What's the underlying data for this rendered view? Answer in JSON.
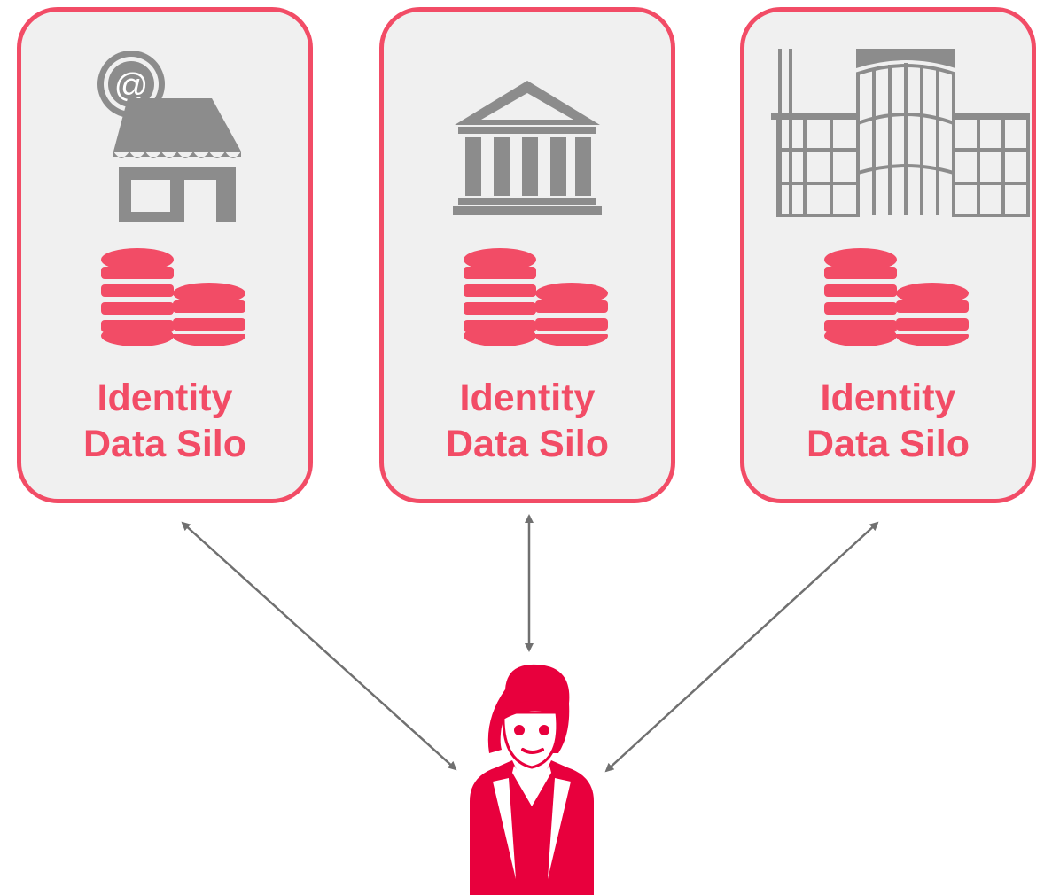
{
  "silos": [
    {
      "icon": "online-shop-icon",
      "label_line1": "Identity",
      "label_line2": "Data Silo"
    },
    {
      "icon": "bank-icon",
      "label_line1": "Identity",
      "label_line2": "Data Silo"
    },
    {
      "icon": "office-building-icon",
      "label_line1": "Identity",
      "label_line2": "Data Silo"
    }
  ],
  "shop_icon_text": "@",
  "user": {
    "icon": "person-icon"
  },
  "colors": {
    "accent": "#f24c66",
    "person": "#e8003d",
    "panel": "#f0f0f0",
    "icon_gray": "#8c8c8c",
    "arrow": "#707070"
  }
}
